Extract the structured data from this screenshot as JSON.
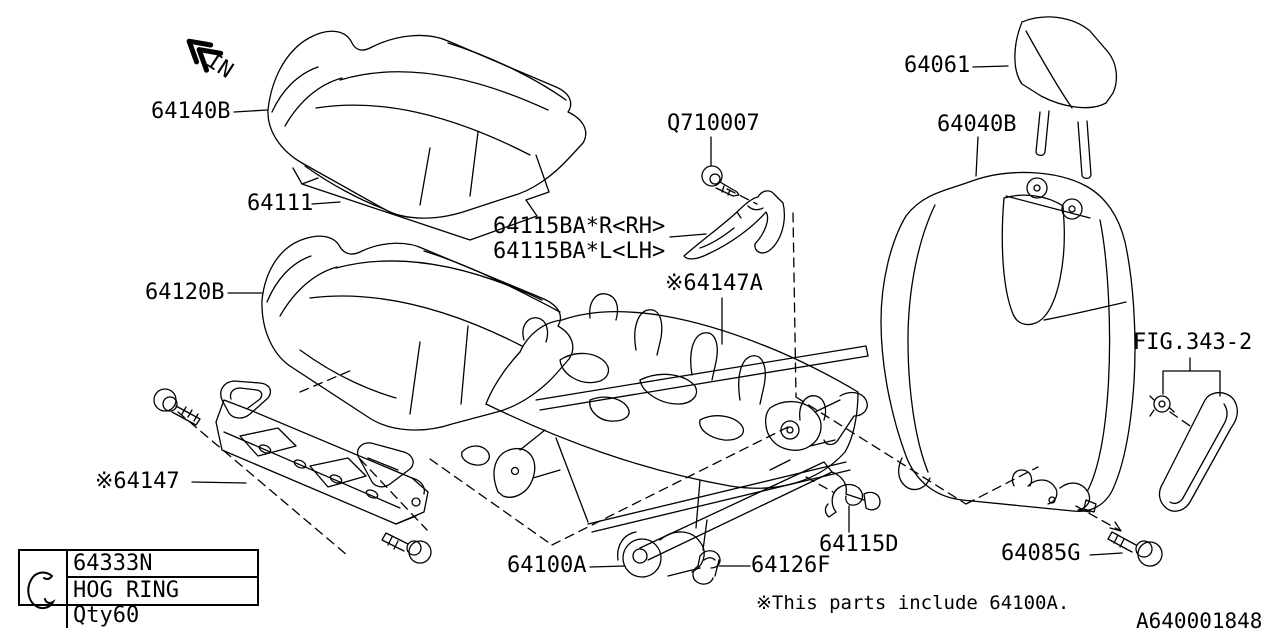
{
  "page": {
    "background_color": "#ffffff",
    "line_color": "#000000"
  },
  "direction_indicator": {
    "label": "IN"
  },
  "part_labels": {
    "cover": "64140B",
    "pad": "64111",
    "cushion": "64120B",
    "screw": "Q710007",
    "hinge_rh": "64115BA*R<RH>",
    "hinge_lh": "64115BA*L<LH>",
    "frame_inner": "※64147A",
    "headrest": "64061",
    "seat_back": "64040B",
    "figure_ref": "FIG.343-2",
    "slide_rail": "※64147",
    "frame_assembly": "64100A",
    "clip": "64126F",
    "hinge_cover": "64115D",
    "bolt": "64085G"
  },
  "legend": {
    "part_number": "64333N",
    "description": "HOG RING Qty60",
    "icon": "hog-ring-icon"
  },
  "footer": {
    "note": "※This parts include 64100A.",
    "drawing_number": "A640001848"
  }
}
